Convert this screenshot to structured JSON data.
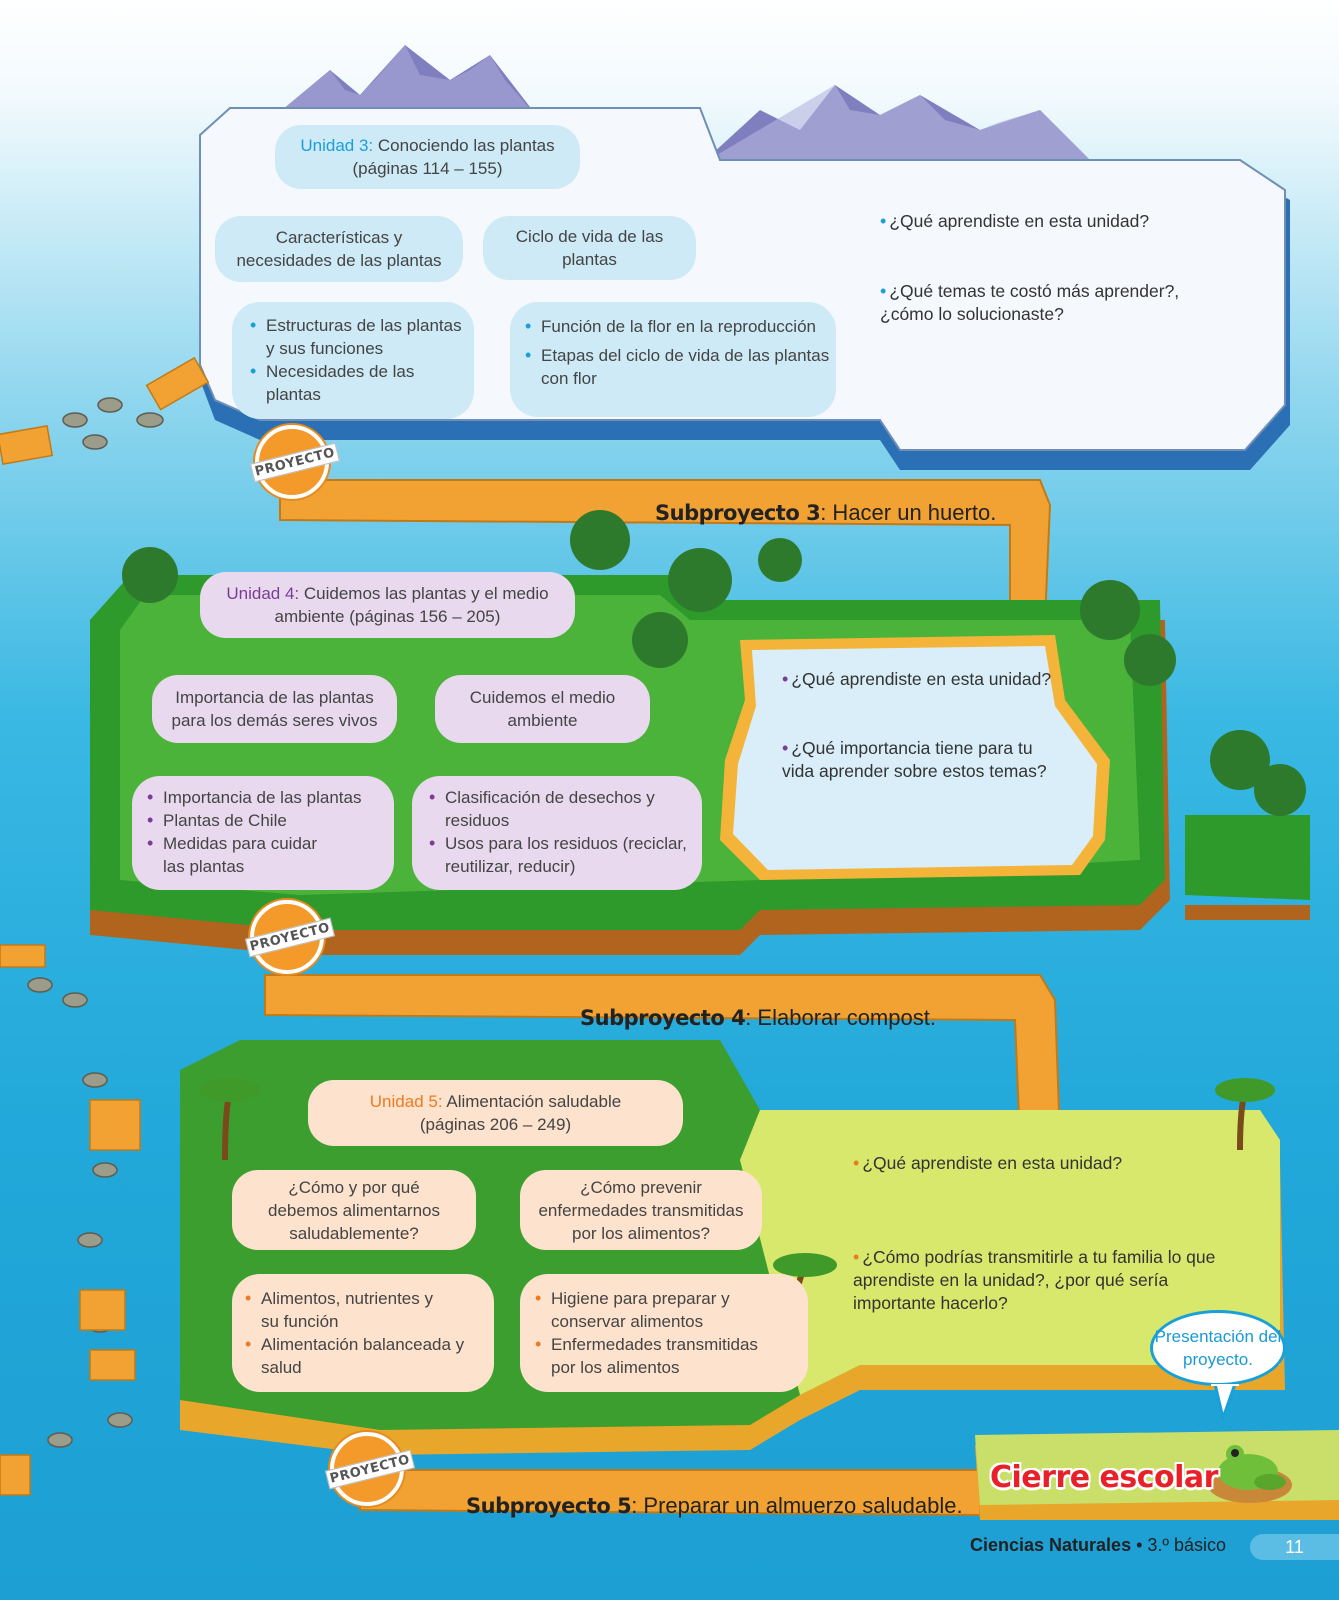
{
  "unit3": {
    "label": "Unidad 3:",
    "title": "Conociendo las plantas",
    "pages": "(páginas 114 – 155)",
    "branch1": "Características y necesidades de las plantas",
    "branch2": "Ciclo de vida de las plantas",
    "list1": [
      "Estructuras de las plantas y sus funciones",
      "Necesidades de las plantas"
    ],
    "list2": [
      "Función de la flor en la reproducción",
      "Etapas del ciclo de vida de las plantas con flor"
    ],
    "q1": "¿Qué aprendiste en esta unidad?",
    "q2": "¿Qué temas te costó más aprender?, ¿cómo lo solucionaste?",
    "accent": "#1aa0d8"
  },
  "subproject3": {
    "label": "Subproyecto 3",
    "text": ": Hacer un huerto."
  },
  "unit4": {
    "label": "Unidad 4:",
    "title": "Cuidemos las plantas y el medio ambiente (páginas 156 – 205)",
    "branch1": "Importancia de las plantas para los demás seres vivos",
    "branch2": "Cuidemos el medio ambiente",
    "list1": [
      "Importancia de las plantas",
      "Plantas de Chile",
      "Medidas para cuidar las plantas"
    ],
    "list2": [
      "Clasificación de desechos y residuos",
      "Usos para los residuos (reciclar, reutilizar, reducir)"
    ],
    "q1": "¿Qué aprendiste en esta unidad?",
    "q2": "¿Qué importancia tiene para tu vida aprender sobre estos temas?",
    "accent": "#7a3d95"
  },
  "subproject4": {
    "label": "Subproyecto 4",
    "text": ": Elaborar compost."
  },
  "unit5": {
    "label": "Unidad 5:",
    "title": "Alimentación saludable",
    "pages": "(páginas 206 – 249)",
    "branch1": "¿Cómo y por qué debemos alimentarnos saludablemente?",
    "branch2": "¿Cómo prevenir enfermedades transmitidas por los alimentos?",
    "list1": [
      "Alimentos, nutrientes y su función",
      "Alimentación balanceada y salud"
    ],
    "list2": [
      "Higiene para preparar y conservar alimentos",
      "Enfermedades transmitidas por los alimentos"
    ],
    "q1": "¿Qué aprendiste en esta unidad?",
    "q2": "¿Cómo podrías transmitirle a tu familia lo que aprendiste en la unidad?, ¿por qué sería importante hacerlo?",
    "accent": "#ee7b22"
  },
  "subproject5": {
    "label": "Subproyecto 5",
    "text": ": Preparar un almuerzo saludable."
  },
  "stamp_label": "PROYECTO",
  "callout": "Presentación del proyecto.",
  "closing": "Cierre escolar",
  "footer": {
    "subject": "Ciencias Naturales",
    "sep": " • ",
    "grade": "3.º básico",
    "page": "11"
  }
}
